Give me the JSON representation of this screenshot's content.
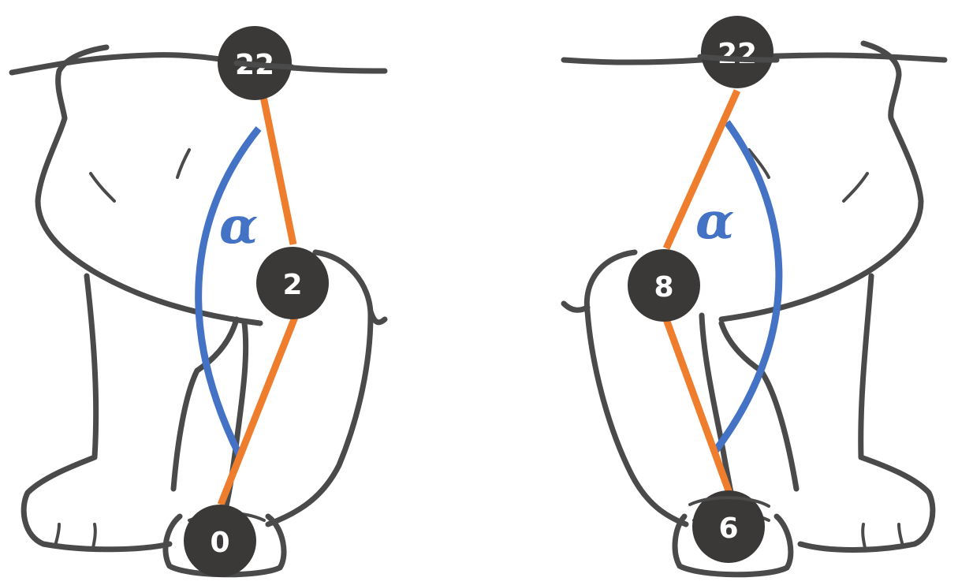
{
  "diagrams": [
    {
      "name": "left-leg",
      "keypoints": [
        {
          "id": "top",
          "label": "22"
        },
        {
          "id": "middle",
          "label": "2"
        },
        {
          "id": "bottom",
          "label": "0"
        }
      ],
      "angle_label": "α"
    },
    {
      "name": "right-leg",
      "keypoints": [
        {
          "id": "top",
          "label": "22"
        },
        {
          "id": "middle",
          "label": "8"
        },
        {
          "id": "bottom",
          "label": "6"
        }
      ],
      "angle_label": "α"
    }
  ],
  "colors": {
    "outline": "#4a4a4a",
    "limb_line": "#ee7d2e",
    "angle_arc": "#4472c4",
    "keypoint_fill": "#3b3838",
    "keypoint_text": "#ffffff"
  }
}
